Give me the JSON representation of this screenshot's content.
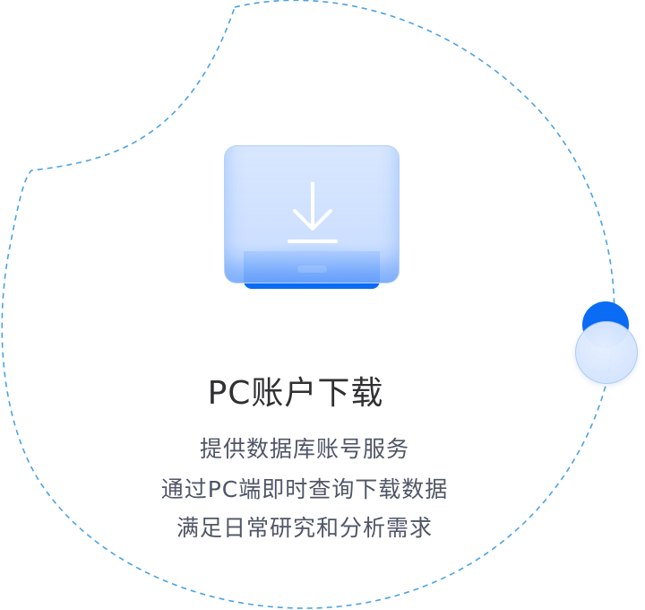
{
  "card": {
    "title": "PC账户下载",
    "description_lines": [
      "提供数据库账号服务",
      "通过PC端即时查询下载数据",
      "满足日常研究和分析需求"
    ],
    "icon": "download-icon",
    "toggle_icon": "toggle-icon"
  },
  "colors": {
    "accent": "#0a6cf5",
    "dashed_ring": "#4aa3e6",
    "title": "#303133",
    "description": "#4f5666"
  }
}
